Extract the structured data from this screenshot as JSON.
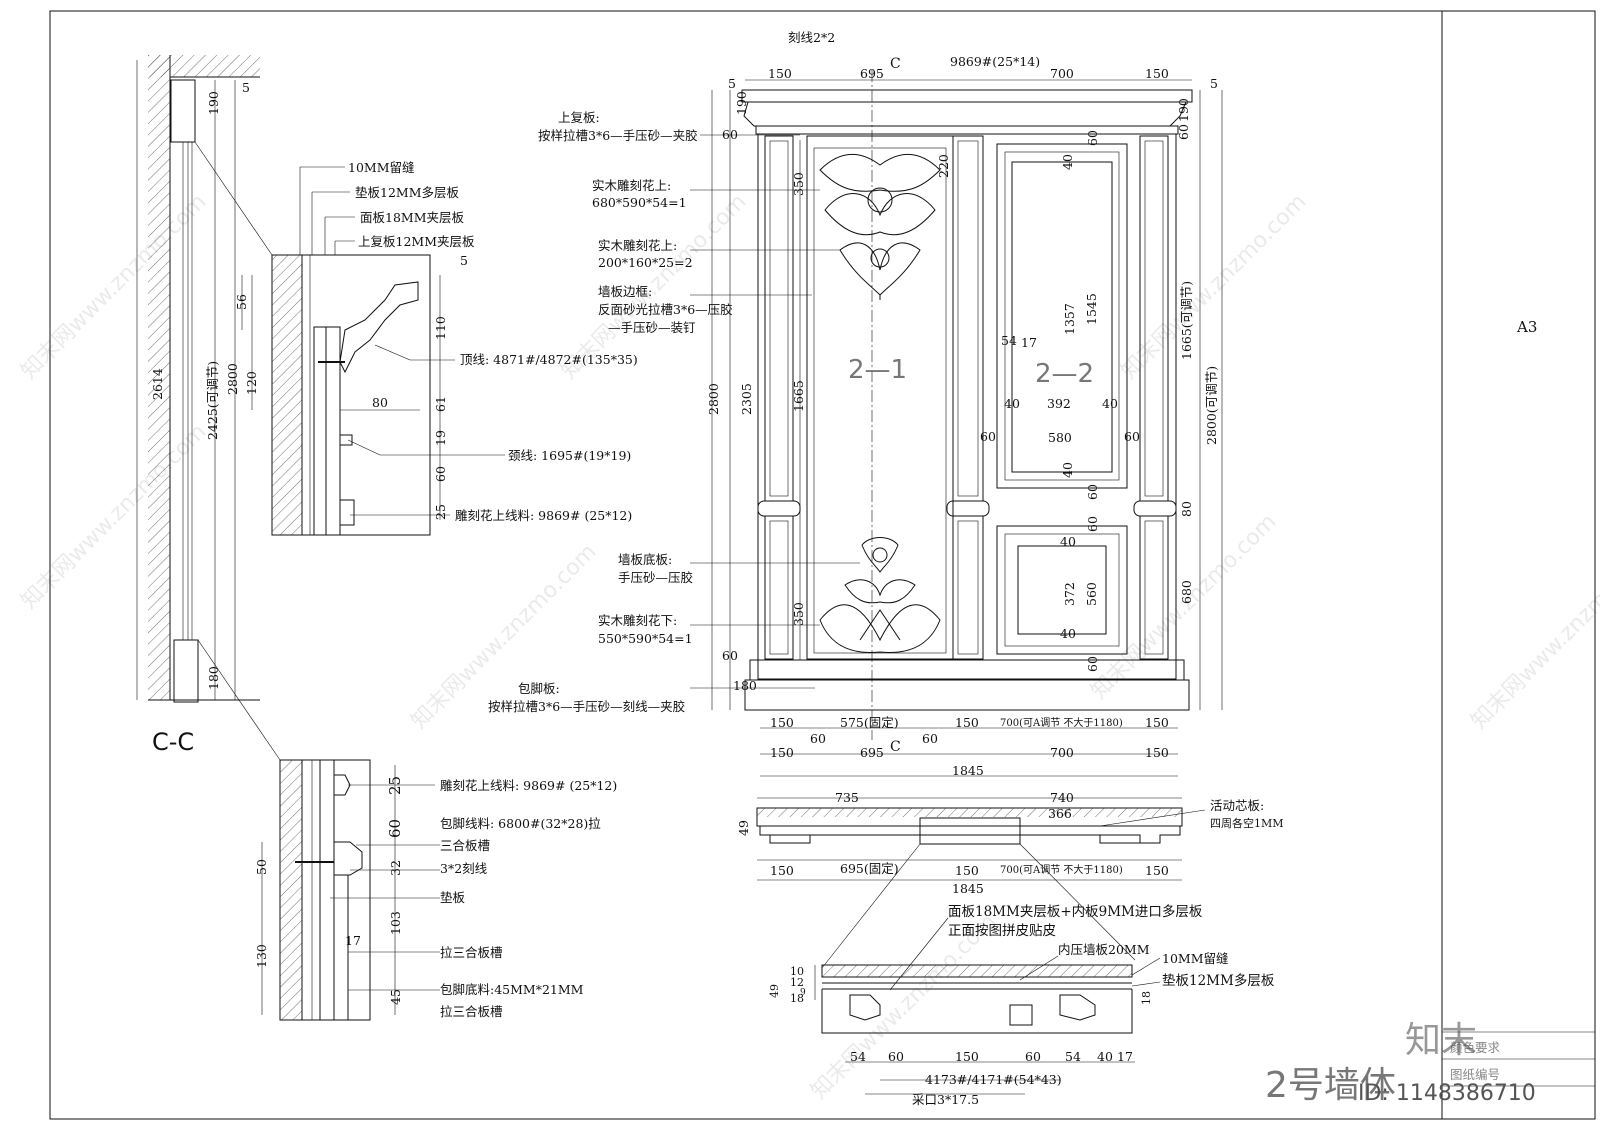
{
  "sheet": {
    "size_label": "A3",
    "drawing_title": "2号墙体",
    "title_block_label_color": "颜色要求",
    "title_block_label_number": "图纸编号",
    "section_mark": "C-C",
    "logo_text": "知末",
    "id_text": "ID: 1148386710",
    "watermark": "知末网www.znzmo.com"
  },
  "section_cc": {
    "dims": [
      "5",
      "190",
      "2614",
      "2425(可调节)",
      "2800",
      "180"
    ]
  },
  "detail_top": {
    "labels": [
      "10MM留缝",
      "垫板12MM多层板",
      "面板18MM夹层板",
      "上复板12MM夹层板"
    ],
    "callouts": [
      "顶线: 4871#/4872#(135*35)",
      "颈线: 1695#(19*19)",
      "雕刻花上线料: 9869# (25*12)"
    ],
    "dims": [
      "5",
      "56",
      "120",
      "110",
      "80",
      "61",
      "19",
      "60",
      "25"
    ]
  },
  "detail_bottom": {
    "callouts": [
      "雕刻花上线料: 9869# (25*12)",
      "包脚线料: 6800#(32*28)拉",
      "三合板槽",
      "3*2刻线",
      "垫板",
      "拉三合板槽",
      "包脚底料:45MM*21MM",
      "拉三合板槽"
    ],
    "dims": [
      "25",
      "60",
      "32",
      "50",
      "103",
      "17",
      "130",
      "45"
    ]
  },
  "elevation": {
    "top_notes": [
      "刻线2*2",
      "9869#(25*14)"
    ],
    "section_letter": "C",
    "top_dims": [
      "150",
      "695",
      "700",
      "150"
    ],
    "edge_dims": [
      "5",
      "5"
    ],
    "left_notes": [
      {
        "title": "上复板:",
        "body": "按样拉槽3*6—手压砂—夹胶"
      },
      {
        "title": "实木雕刻花上:",
        "body": "680*590*54=1"
      },
      {
        "title": "实木雕刻花上:",
        "body": "200*160*25=2"
      },
      {
        "title": "墙板边框:",
        "body": "反面砂光拉槽3*6—压胶"
      },
      {
        "title": "",
        "body": "—手压砂—装钉"
      },
      {
        "title": "墙板底板:",
        "body": "手压砂—压胶"
      },
      {
        "title": "实木雕刻花下:",
        "body": "550*590*54=1"
      },
      {
        "title": "包脚板:",
        "body": "按样拉槽3*6—手压砂—刻线—夹胶"
      }
    ],
    "panel_tags": [
      "2—1",
      "2—2"
    ],
    "vertical_dims": [
      "190",
      "60",
      "220",
      "350",
      "2800",
      "2305",
      "1665",
      "350",
      "60",
      "180"
    ],
    "right_dims": [
      "5",
      "190",
      "60",
      "1665(可调节)",
      "2800(可调节)",
      "80",
      "680"
    ],
    "inner_dims": [
      "60",
      "40",
      "1357",
      "1545",
      "54",
      "17",
      "40",
      "392",
      "40",
      "60",
      "580",
      "60",
      "40",
      "60",
      "60",
      "40",
      "372",
      "560",
      "40",
      "60"
    ],
    "bottom_row1": [
      "150",
      "60",
      "575(固定)",
      "60",
      "150",
      "700(可A调节 不大于1180)",
      "150"
    ],
    "bottom_row2": [
      "150",
      "695",
      "700",
      "150"
    ],
    "total": "1845"
  },
  "plan": {
    "dims_top": [
      "735",
      "740",
      "366"
    ],
    "side_dim": "49",
    "note_title": "活动芯板:",
    "note_body": "四周各空1MM",
    "dims_bottom": [
      "150",
      "695(固定)",
      "150",
      "700(可A调节 不大于1180)",
      "150"
    ],
    "total": "1845"
  },
  "plan_detail": {
    "notes": [
      "面板18MM夹层板+内板9MM进口多层板",
      "正面按图拼皮贴皮",
      "内压墙板20MM",
      "10MM留缝",
      "垫板12MM多层板"
    ],
    "left_dims": [
      "10",
      "12",
      "9",
      "18",
      "49"
    ],
    "right_dim": "18",
    "bottom_dims": [
      "54",
      "60",
      "150",
      "60",
      "54",
      "40",
      "17"
    ],
    "moulding": "4173#/4171#(54*43)",
    "cut": "采口3*17.5"
  }
}
